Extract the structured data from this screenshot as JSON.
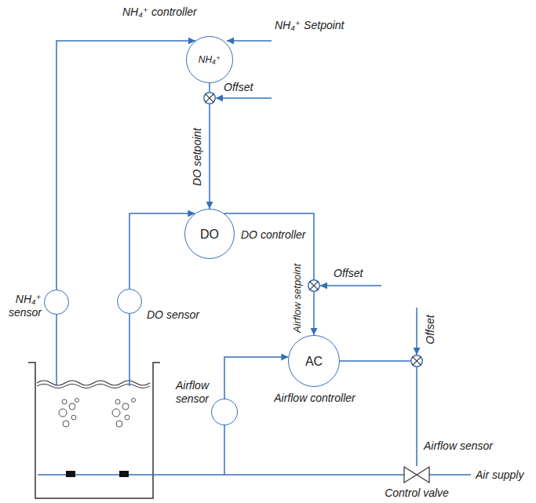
{
  "diagram": {
    "nodes": [
      {
        "text": [
          "NH₄⁺ controller",
          "NH₄⁺"
        ]
      },
      {
        "text": [
          "Offset"
        ]
      },
      {
        "text": [
          "DO controller",
          "DO"
        ]
      },
      {
        "text": [
          "Offset"
        ]
      },
      {
        "text": [
          "NH₄⁺ sensor"
        ]
      },
      {
        "text": [
          "DO sensor"
        ]
      },
      {
        "text": [
          "Airflow controller",
          "AC"
        ]
      },
      {
        "text": [
          "Offset"
        ]
      },
      {
        "text": [
          "Airflow sensor"
        ]
      },
      {
        "text": [
          "Control valve"
        ]
      }
    ],
    "edges": [
      {
        "from": 4,
        "to": 0,
        "arrow": "to"
      },
      {
        "from": 0,
        "to": 1,
        "arrow": "none"
      },
      {
        "from": 1,
        "to": 2,
        "label": "DO setpoint",
        "arrow": "to"
      },
      {
        "from": 5,
        "to": 2,
        "arrow": "to"
      },
      {
        "from": 2,
        "to": 3,
        "arrow": "none"
      },
      {
        "from": 3,
        "to": 6,
        "label": "Airflow setpoint",
        "arrow": "to"
      },
      {
        "from": 8,
        "to": 6,
        "arrow": "to"
      },
      {
        "from": 6,
        "to": 7,
        "arrow": "none"
      },
      {
        "from": 7,
        "to": 9,
        "arrow": "none"
      }
    ],
    "labels": [
      "NH₄⁺ Setpoint",
      "Airflow sensor",
      "Air supply"
    ]
  }
}
